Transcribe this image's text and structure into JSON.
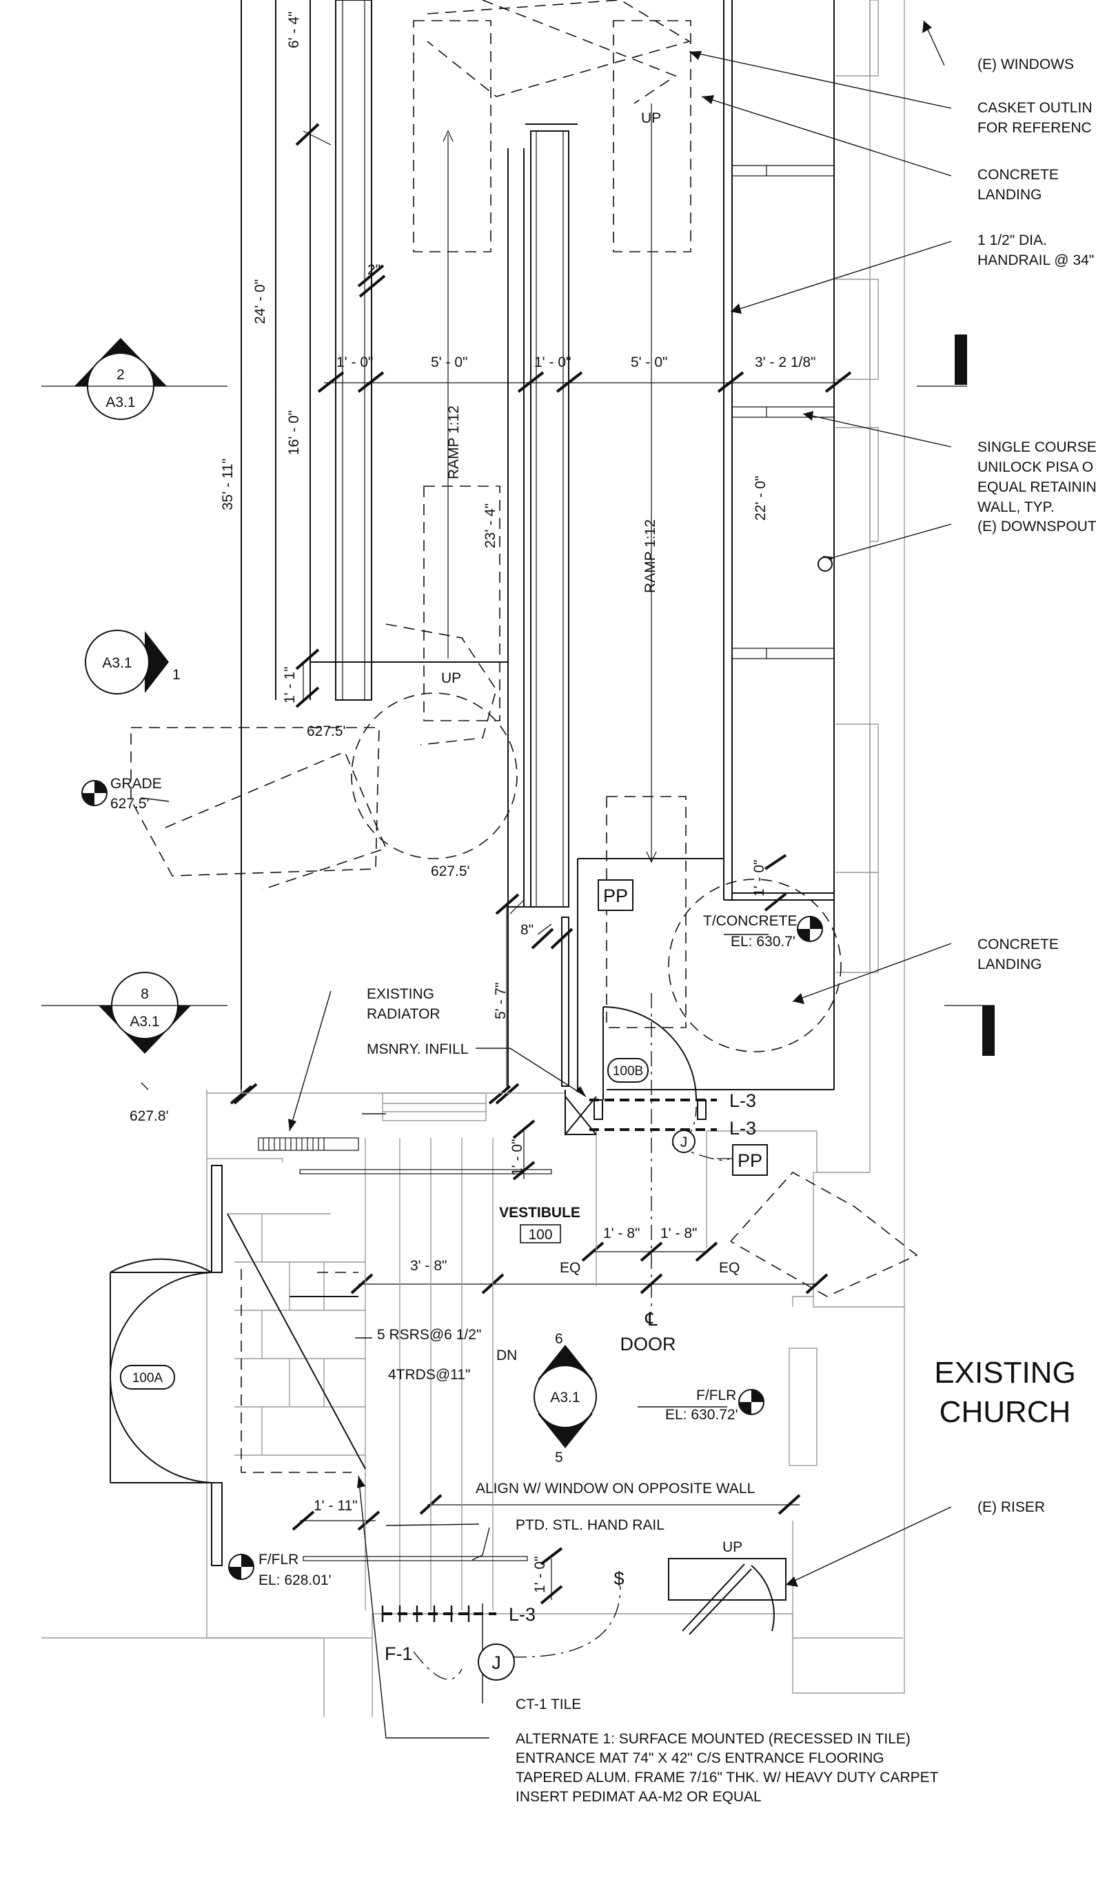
{
  "notes": {
    "windows": "(E) WINDOWS",
    "casket_1": "CASKET OUTLIN",
    "casket_2": "FOR REFERENC",
    "concrete_landing_top_1": "CONCRETE",
    "concrete_landing_top_2": "LANDING",
    "handrail_1": "1 1/2\" DIA.",
    "handrail_2": "HANDRAIL @ 34\"",
    "single_course_1": "SINGLE COURSE",
    "single_course_2": "UNILOCK PISA O",
    "single_course_3": "EQUAL RETAININ",
    "single_course_4": "WALL, TYP.",
    "downspout": "(E) DOWNSPOUT",
    "concrete_landing_low_1": "CONCRETE",
    "concrete_landing_low_2": "LANDING",
    "riser": "(E) RISER",
    "existing_radiator_1": "EXISTING",
    "existing_radiator_2": "RADIATOR",
    "msnry_infill": "MSNRY. INFILL",
    "align_window": "ALIGN W/ WINDOW ON OPPOSITE WALL",
    "ptd_handrail": "PTD. STL. HAND RAIL",
    "ct1_tile": "CT-1 TILE",
    "alternate_1": "ALTERNATE 1: SURFACE MOUNTED (RECESSED IN TILE)",
    "alternate_2": "ENTRANCE MAT 74\" X 42\" C/S ENTRANCE FLOORING",
    "alternate_3": "TAPERED ALUM. FRAME 7/16\" THK. W/ HEAVY DUTY CARPET",
    "alternate_4": "INSERT PEDIMAT AA-M2 OR EQUAL"
  },
  "dimensions": {
    "d_6_4": "6' - 4\"",
    "d_24_0": "24' - 0\"",
    "d_2in": "2\"",
    "d_1_0_a": "1' - 0\"",
    "d_5_0_a": "5' - 0\"",
    "d_1_0_b": "1' - 0\"",
    "d_5_0_b": "5' - 0\"",
    "d_3_2_1_8": "3' - 2 1/8\"",
    "d_16_0": "16' - 0\"",
    "d_35_11": "35' - 11\"",
    "d_23_4": "23' - 4\"",
    "d_22_0": "22' - 0\"",
    "d_1_1": "1' - 1\"",
    "d_1_0_c": "1' - 0\"",
    "d_8in": "8\"",
    "d_5_7": "5' - 7\"",
    "d_1_0_d": "1' - 0\"",
    "d_1_8_a": "1' - 8\"",
    "d_1_8_b": "1' - 8\"",
    "d_3_8": "3' - 8\"",
    "d_1_11": "1' - 11\"",
    "d_1_0_e": "1' - 0\"",
    "eq_a": "EQ",
    "eq_b": "EQ",
    "ramp_a": "RAMP 1:12",
    "ramp_b": "RAMP 1:12"
  },
  "elevations": {
    "e_627_5_a": "627.5'",
    "grade": "GRADE",
    "grade_el": "627.5'",
    "e_627_5_b": "627.5'",
    "e_627_8": "627.8'",
    "t_concrete": "T/CONCRETE",
    "t_concrete_el": "EL: 630.7'",
    "ffl_mid": "F/FLR",
    "ffl_mid_el": "EL: 630.72'",
    "ffl_low": "F/FLR",
    "ffl_low_el": "EL: 628.01'"
  },
  "stairs": {
    "up_top": "UP",
    "up_mid": "UP",
    "dn": "DN",
    "rsrs": "5 RSRS@6 1/2\"",
    "trds": "4TRDS@11\"",
    "up_riser": "UP"
  },
  "rooms": {
    "vestibule": "VESTIBULE",
    "vestibule_no": "100",
    "door_cl": "℄",
    "door": "DOOR",
    "existing_1": "EXISTING",
    "existing_2": "CHURCH"
  },
  "tags": {
    "door_100b": "100B",
    "door_100a": "100A",
    "pp_a": "PP",
    "pp_b": "PP",
    "j_a": "J",
    "j_b": "J",
    "l3_a": "L-3",
    "l3_b": "L-3",
    "l3_c": "L-3",
    "f1": "F-1",
    "switch": "$"
  },
  "section_markers": {
    "s2_num": "2",
    "s2_sheet": "A3.1",
    "s8_num": "8",
    "s8_sheet": "A3.1",
    "e1_sheet": "A3.1",
    "e1_num": "1",
    "e_sheet_mid": "A3.1",
    "e_num_6": "6",
    "e_num_5": "5"
  }
}
